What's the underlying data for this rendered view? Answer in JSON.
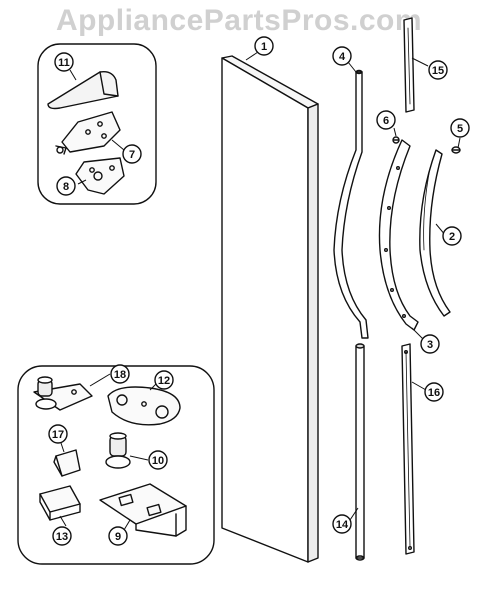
{
  "watermark": "AppliancePartsPros.com",
  "callouts": {
    "door_panel": "1",
    "breaker_strip_curved": "2",
    "breaker_bracket": "3",
    "handle_upper": "4",
    "screw_5": "5",
    "screw_6": "6",
    "hinge_plate": "7",
    "hinge_base_plate": "8",
    "hinge_bracket_lower": "9",
    "bearing_10": "10",
    "cap_11": "11",
    "hinge_12": "12",
    "bracket_13": "13",
    "handle_lower": "14",
    "trim_15": "15",
    "trim_16": "16",
    "clip_17": "17",
    "bushing_18": "18"
  },
  "colors": {
    "line": "#111111",
    "callout_fill": "#ffffff",
    "watermark": "#d0d0d0"
  }
}
